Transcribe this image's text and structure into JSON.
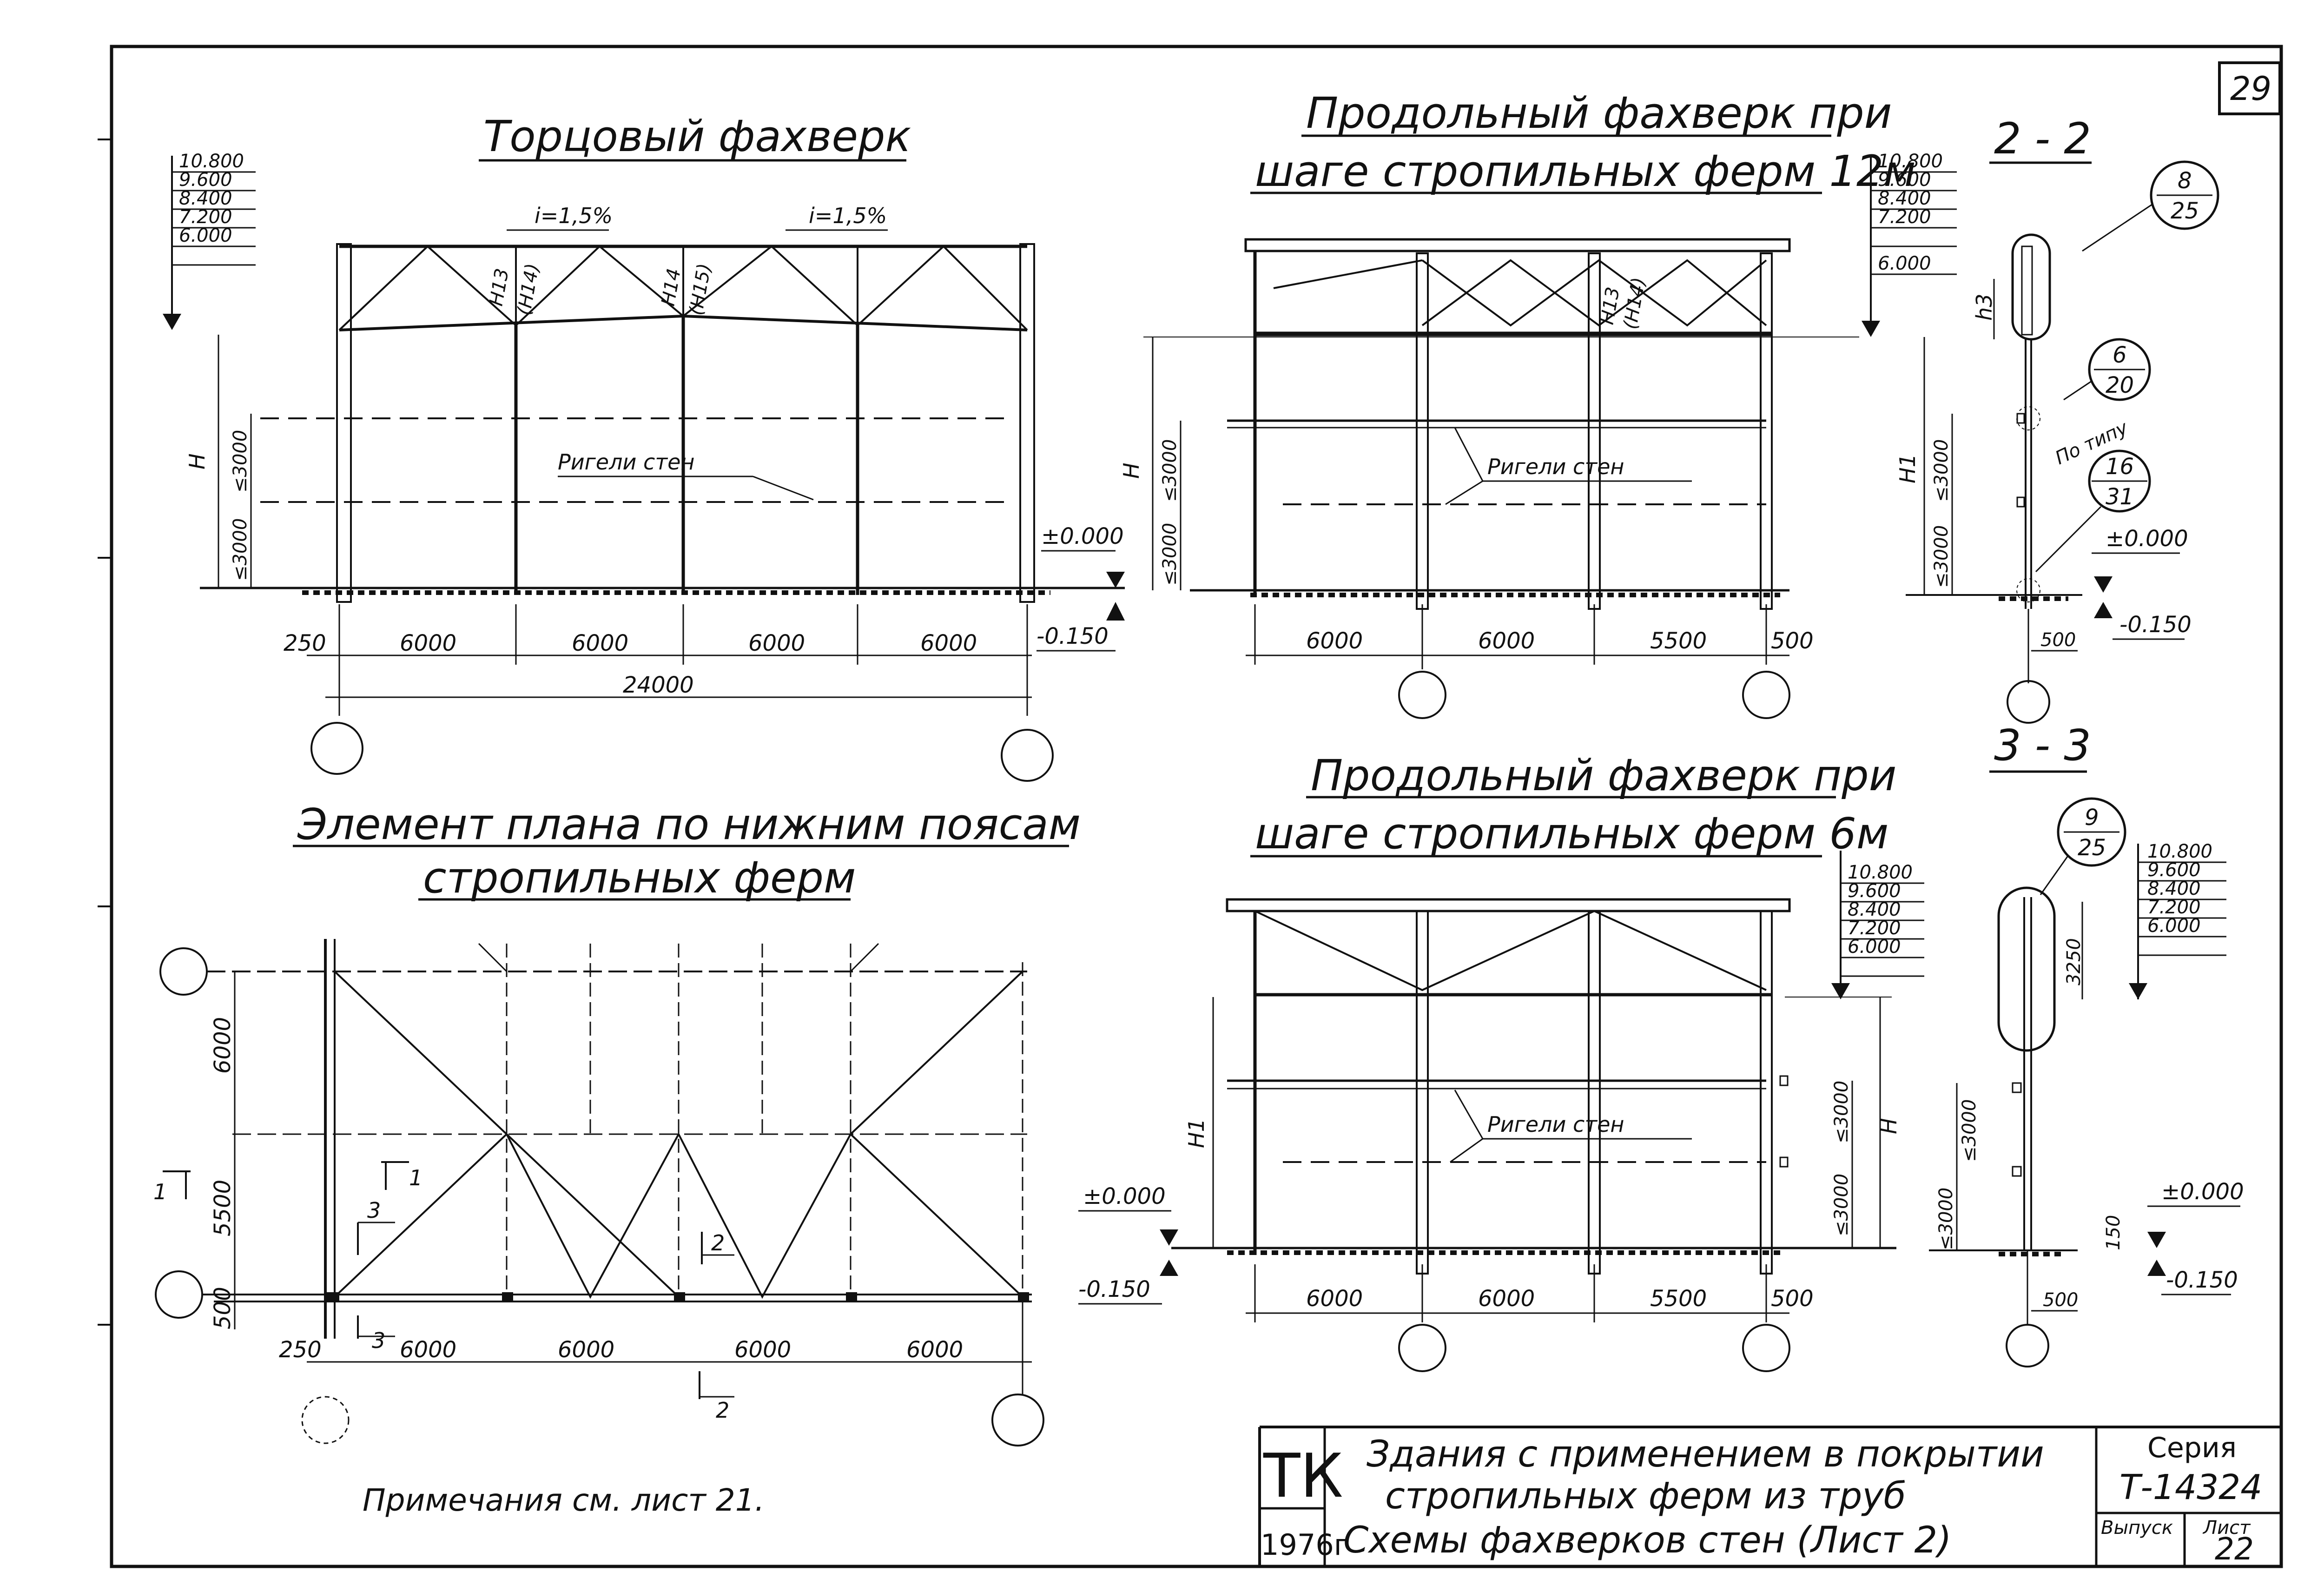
{
  "sheet": {
    "page_number": "29",
    "notes": "Примечания см. лист 21."
  },
  "views": {
    "end_wall": {
      "title": "Торцовый фахверк",
      "elevations": [
        "10.800",
        "9.600",
        "8.400",
        "7.200",
        "6.000"
      ],
      "slope_left": "i=1,5%",
      "slope_right": "i=1,5%",
      "truss_marks": [
        "Н13",
        "(Н14)",
        "Н14",
        "(Н15)"
      ],
      "height_label": "H",
      "spacing_labels": [
        "≤3000",
        "≤3000"
      ],
      "wall_girts": "Ригели стен",
      "ground_level": "±0.000",
      "base_level": "-0.150",
      "edge_dim": "250",
      "bay_dims": [
        "6000",
        "6000",
        "6000",
        "6000"
      ],
      "total_dim": "24000"
    },
    "long_12m": {
      "title_line1": "Продольный фахверк при",
      "title_line2": "шаге стропильных ферм 12м",
      "elevations": [
        "10.800",
        "9.600",
        "8.400",
        "7.200",
        "6.000"
      ],
      "truss_marks": [
        "Н13",
        "(Н14)"
      ],
      "height_label": "H",
      "spacing_labels": [
        "≤3000",
        "≤3000"
      ],
      "wall_girts": "Ригели стен",
      "bay_dims": [
        "6000",
        "6000",
        "5500",
        "500"
      ]
    },
    "long_6m": {
      "title_line1": "Продольный фахверк при",
      "title_line2": "шаге стропильных ферм 6м",
      "elevations": [
        "10.800",
        "9.600",
        "8.400",
        "7.200",
        "6.000"
      ],
      "height_label": "H",
      "height_label_1": "H1",
      "spacing_labels": [
        "≤3000",
        "≤3000"
      ],
      "wall_girts": "Ригели стен",
      "ground_level": "±0.000",
      "base_level": "-0.150",
      "bay_dims": [
        "6000",
        "6000",
        "5500",
        "500"
      ]
    },
    "section_2_2": {
      "title": "2 - 2",
      "elevations": [
        "10.800",
        "9.600",
        "8.400",
        "7.200",
        "6.000"
      ],
      "height_label": "h3",
      "height_label_1": "H1",
      "spacing_labels": [
        "≤3000",
        "≤3000"
      ],
      "ground_level": "±0.000",
      "base_level": "-0.150",
      "offset_dim": "500",
      "by_type": "По типу",
      "callouts": [
        {
          "num": "8",
          "den": "25"
        },
        {
          "num": "6",
          "den": "20"
        },
        {
          "num": "16",
          "den": "31"
        }
      ]
    },
    "section_3_3": {
      "title": "3 - 3",
      "elevations": [
        "10.800",
        "9.600",
        "8.400",
        "7.200",
        "6.000"
      ],
      "height_dim": "3250",
      "spacing_labels": [
        "≤3000",
        "≤3000"
      ],
      "small_dim": "150",
      "ground_level": "±0.000",
      "base_level": "-0.150",
      "offset_dim": "500",
      "callouts": [
        {
          "num": "9",
          "den": "25"
        }
      ]
    },
    "plan": {
      "title_line1": "Элемент плана по нижним поясам",
      "title_line2": "стропильных ферм",
      "vertical_dims": [
        "6000",
        "5500",
        "500"
      ],
      "bottom_dims": [
        "250",
        "6000",
        "6000",
        "6000",
        "6000"
      ],
      "section_marks": [
        "1",
        "1",
        "3",
        "3",
        "2",
        "2"
      ]
    }
  },
  "title_block": {
    "org": "ТК",
    "year": "1976г",
    "line1": "Здания с применением в покрытии",
    "line2": "стропильных ферм из труб",
    "line3": "Схемы фахверков стен (Лист 2)",
    "series_label": "Серия",
    "series_value": "Т-14324",
    "issue_label": "Выпуск",
    "sheet_label": "Лист",
    "sheet_value": "22"
  }
}
